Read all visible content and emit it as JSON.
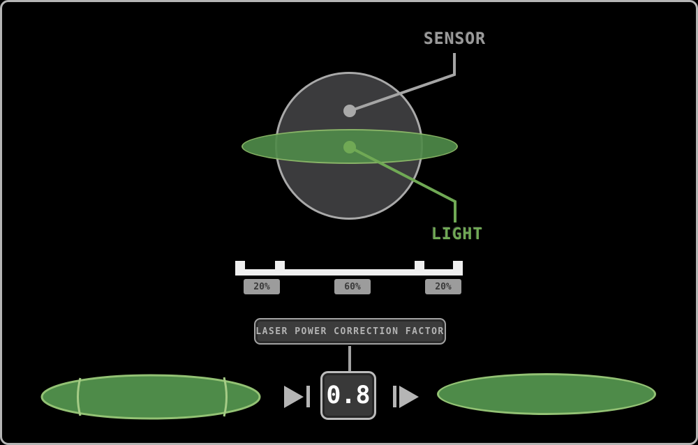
{
  "diagram": {
    "sensor_label": "SENSOR",
    "light_label": "LIGHT",
    "sphere_color": "#3b3b3d",
    "light_disc_color": "#4f8a49",
    "sensor_dot_color": "#a9a9a9",
    "light_dot_color": "#70a955"
  },
  "ruler": {
    "labels": [
      "20%",
      "60%",
      "20%"
    ]
  },
  "correction": {
    "title": "LASER POWER CORRECTION FACTOR",
    "value": "0.8"
  }
}
